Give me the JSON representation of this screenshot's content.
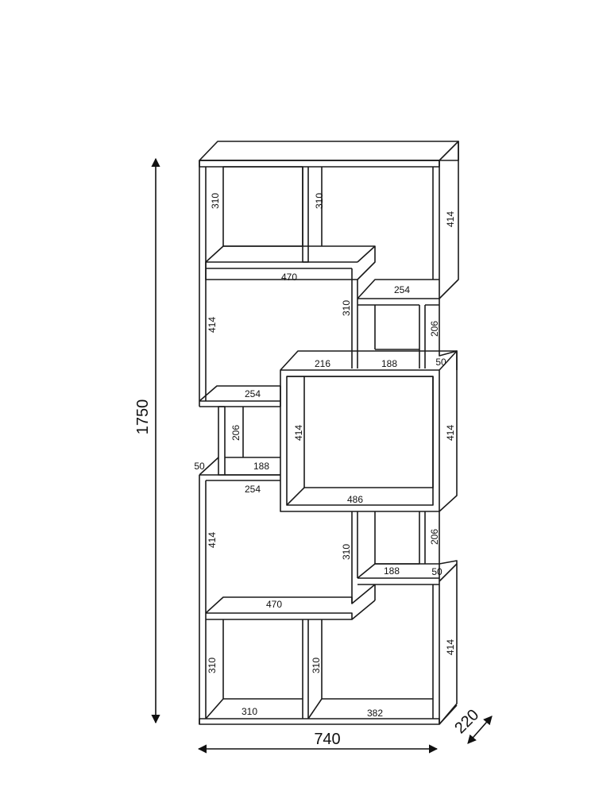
{
  "overall": {
    "height": "1750",
    "width": "740",
    "depth": "220"
  },
  "labels": {
    "top_left_height": "310",
    "top_mid_height": "310",
    "top_right_height": "414",
    "upper_shelf_width": "470",
    "upper_right_shelf": "254",
    "upper_left_height": "414",
    "upper_mid_height": "310",
    "upper_right_small_height": "206",
    "upper_mid_shelf": "216",
    "upper_small_shelf": "188",
    "upper_small_edge": "50",
    "left_mid_shelf": "254",
    "left_small_height": "206",
    "center_box_left_height": "414",
    "center_box_right_height": "414",
    "left_edge": "50",
    "left_small_shelf": "188",
    "left_lower_shelf": "254",
    "center_box_width": "486",
    "lower_left_height": "414",
    "lower_mid_height": "310",
    "lower_right_small_height": "206",
    "lower_small_shelf": "188",
    "lower_small_edge": "50",
    "lower_shelf_width": "470",
    "bottom_right_height": "414",
    "bottom_left_height": "310",
    "bottom_mid_height": "310",
    "bottom_left_width": "310",
    "bottom_right_width": "382"
  }
}
